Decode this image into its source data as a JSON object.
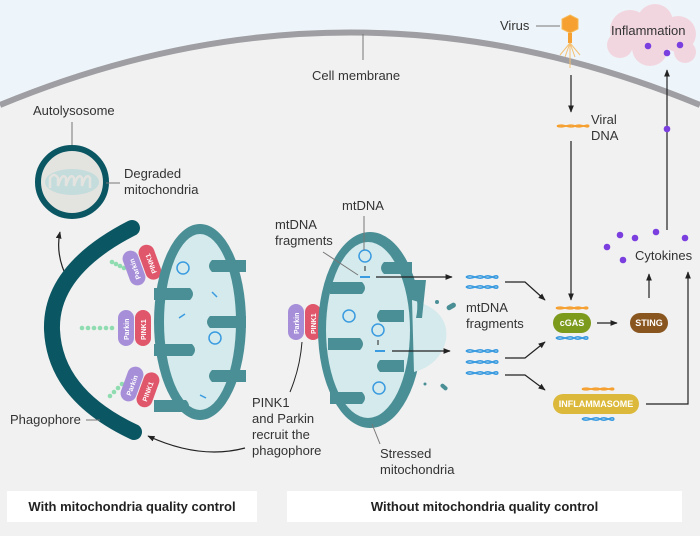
{
  "labels": {
    "cell_membrane": "Cell membrane",
    "autolysosome": "Autolysosome",
    "degraded_mitochondria": [
      "Degraded",
      "mitochondria"
    ],
    "phagophore": "Phagophore",
    "pink1_parkin_recruit": [
      "PINK1",
      "and Parkin",
      "recruit the",
      "phagophore"
    ],
    "mtdna": "mtDNA",
    "mtdna_fragments_left": [
      "mtDNA",
      "fragments"
    ],
    "mtdna_fragments_right": [
      "mtDNA",
      "fragments"
    ],
    "stressed_mitochondria": [
      "Stressed",
      "mitochondria"
    ],
    "virus": "Virus",
    "viral_dna": [
      "Viral",
      "DNA"
    ],
    "inflammation": "Inflammation",
    "cytokines": "Cytokines"
  },
  "proteins": {
    "parkin": "Parkin",
    "pink1": "PINK1"
  },
  "enzymes": {
    "cgas": "cGAS",
    "sting": "STING",
    "inflammasome": "INFLAMMASOME"
  },
  "footer": {
    "left": "With mitochondria quality control",
    "right": "Without mitochondria quality control"
  },
  "colors": {
    "background": "#f1f1f1",
    "sky": "#eef5fa",
    "membrane": "#9e9ea3",
    "mito_outer": "#4b8f96",
    "mito_inner": "#d4eaec",
    "phagophore": "#0b5663",
    "parkin": "#a68fd8",
    "pink1": "#e0566a",
    "linker": "#8fdcb0",
    "dna_blue": "#3a9be0",
    "viral_orange": "#f5a030",
    "cytokine": "#7b3fe0",
    "cgas": "#7c9a1c",
    "sting": "#8a561f",
    "inflammasome": "#dcb93a",
    "inflammation_cloud": "#f2d6df",
    "autolysosome_ring": "#0b5663",
    "autolysosome_fill": "#e3e3df"
  }
}
